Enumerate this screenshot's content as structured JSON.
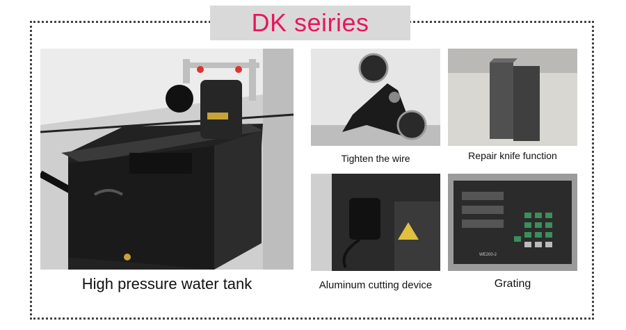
{
  "title": "DK seiries",
  "colors": {
    "title": "#e8165d",
    "title_bg": "#d9d9d9",
    "frame": "#444444"
  },
  "panels": [
    {
      "caption": "High pressure water tank"
    },
    {
      "caption": "Tighten the wire"
    },
    {
      "caption": "Repair knife function"
    },
    {
      "caption": "Aluminum cutting device"
    },
    {
      "caption": "Grating"
    }
  ],
  "display": {
    "model": "WE200-2"
  }
}
